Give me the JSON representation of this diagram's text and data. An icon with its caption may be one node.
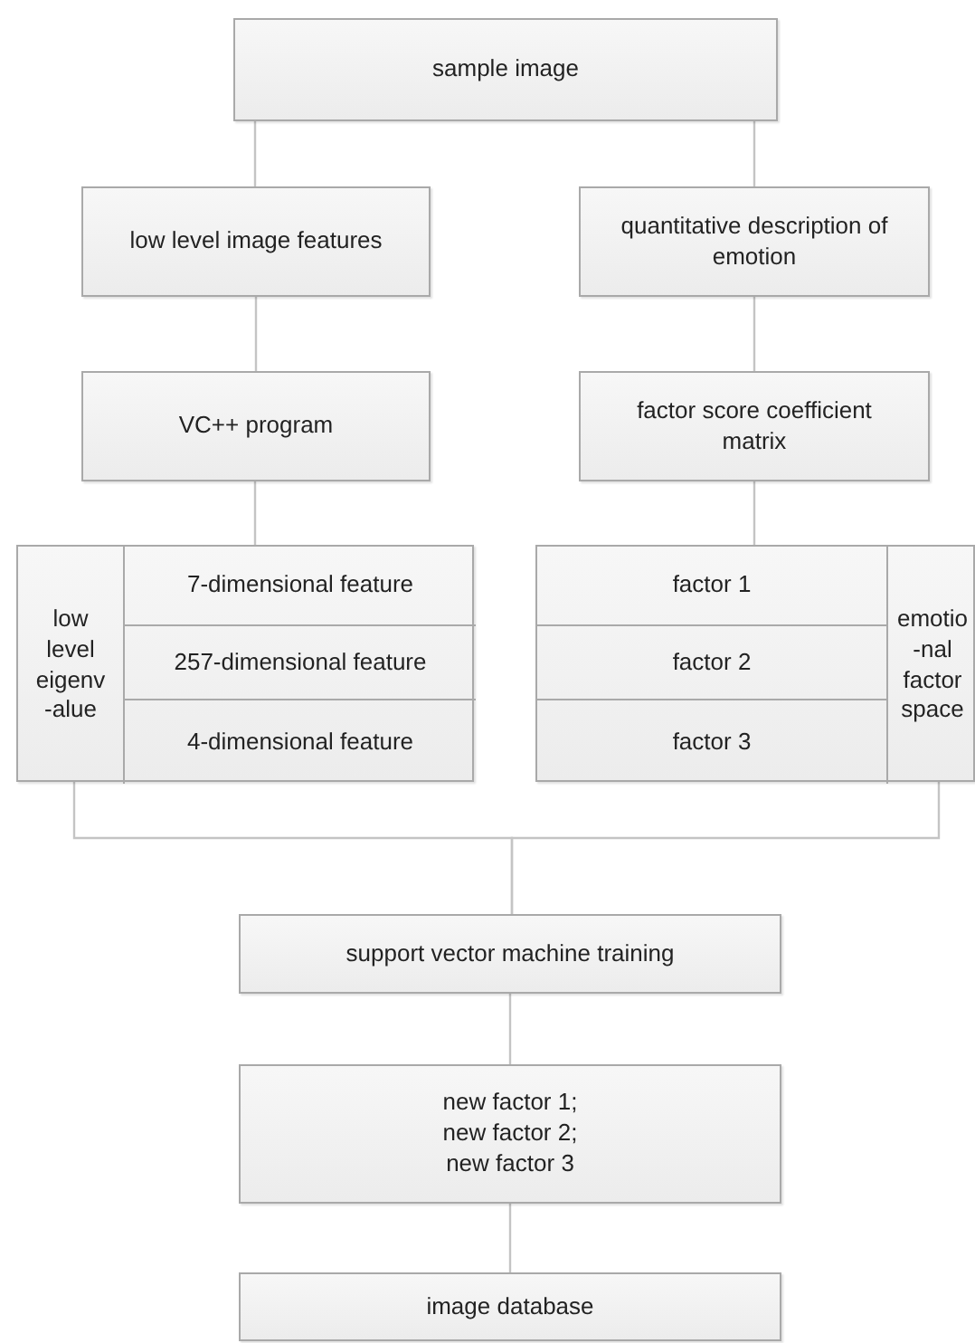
{
  "diagram": {
    "nodes": [
      {
        "text": [
          "sample image"
        ]
      },
      {
        "text": [
          "low level image features"
        ]
      },
      {
        "text": [
          "quantitative description of emotion"
        ]
      },
      {
        "text": [
          "VC++ program"
        ]
      },
      {
        "text": [
          "factor score coefficient matrix"
        ]
      },
      {
        "text": [],
        "shape": "box"
      },
      {
        "text": [
          "low level eigenv -alue"
        ],
        "in": 5
      },
      {
        "text": [
          "7-dimensional feature"
        ],
        "in": 5
      },
      {
        "text": [
          "257-dimensional feature"
        ],
        "in": 5
      },
      {
        "text": [
          "4-dimensional feature"
        ],
        "in": 5
      },
      {
        "text": [],
        "shape": "box"
      },
      {
        "text": [
          "factor 1"
        ],
        "in": 10
      },
      {
        "text": [
          "factor 2"
        ],
        "in": 10
      },
      {
        "text": [
          "factor 3"
        ],
        "in": 10
      },
      {
        "text": [
          "emotio -nal factor space"
        ],
        "in": 10
      },
      {
        "text": [
          "support vector machine training"
        ]
      },
      {
        "text": [
          "new factor 1; new factor 2; new factor 3"
        ]
      },
      {
        "text": [
          "image database"
        ]
      }
    ],
    "edges": [
      {
        "from": 0,
        "to": 1,
        "arrow": "none"
      },
      {
        "from": 0,
        "to": 2,
        "arrow": "none"
      },
      {
        "from": 1,
        "to": 3,
        "arrow": "none"
      },
      {
        "from": 2,
        "to": 4,
        "arrow": "none"
      },
      {
        "from": 3,
        "to": 5,
        "arrow": "none"
      },
      {
        "from": 4,
        "to": 10,
        "arrow": "none"
      },
      {
        "from": 5,
        "to": 15,
        "arrow": "none"
      },
      {
        "from": 10,
        "to": 15,
        "arrow": "none"
      },
      {
        "from": 15,
        "to": 16,
        "arrow": "none"
      },
      {
        "from": 16,
        "to": 17,
        "arrow": "none"
      }
    ]
  }
}
